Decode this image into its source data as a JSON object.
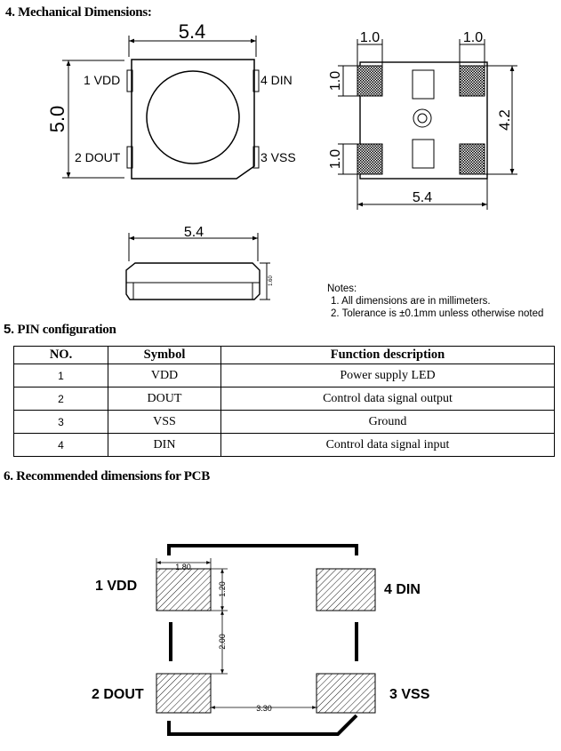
{
  "sections": {
    "mechanical": {
      "title": "4. Mechanical Dimensions:"
    },
    "pin": {
      "title_num": "5.",
      "title_text": " PIN configuration"
    },
    "pcb": {
      "title": "6. Recommended dimensions for PCB"
    }
  },
  "top_view": {
    "width_label": "5.4",
    "height_label": "5.0",
    "pins": {
      "p1": "1 VDD",
      "p2": "2 DOUT",
      "p3": "3 VSS",
      "p4": "4 DIN"
    }
  },
  "bottom_view": {
    "pad_w_left": "1.0",
    "pad_w_right": "1.0",
    "pad_h_top": "1.0",
    "pad_h_bottom": "1.0",
    "height_label": "4.2",
    "width_label": "5.4"
  },
  "side_view": {
    "width_label": "5.4",
    "height_label": "1.60"
  },
  "notes": {
    "title": "Notes:",
    "line1": "1. All dimensions are in millimeters.",
    "line2": "2. Tolerance is ±0.1mm unless otherwise noted"
  },
  "pin_table": {
    "headers": {
      "no": "NO.",
      "symbol": "Symbol",
      "function": "Function description"
    },
    "rows": [
      {
        "no": "1",
        "symbol": "VDD",
        "function": "Power supply LED"
      },
      {
        "no": "2",
        "symbol": "DOUT",
        "function": "Control data signal output"
      },
      {
        "no": "3",
        "symbol": "VSS",
        "function": "Ground"
      },
      {
        "no": "4",
        "symbol": "DIN",
        "function": "Control data signal input"
      }
    ]
  },
  "pcb": {
    "pad_width": "1.80",
    "pad_height": "1.20",
    "pad_gap_v": "2.00",
    "pad_gap_h": "3.30",
    "labels": {
      "p1": "1 VDD",
      "p2": "2 DOUT",
      "p3": "3 VSS",
      "p4": "4 DIN"
    }
  }
}
